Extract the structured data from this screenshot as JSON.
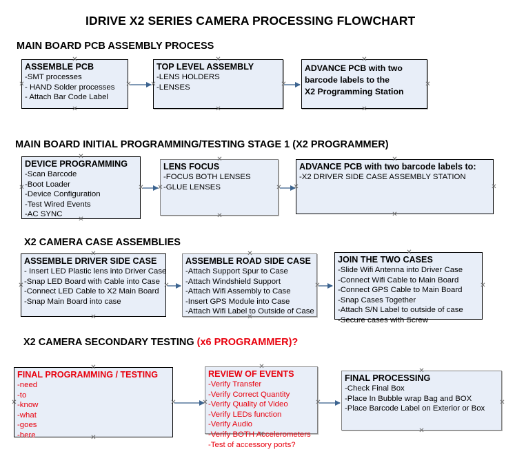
{
  "document": {
    "title": "IDRIVE X2  SERIES CAMERA PROCESSING FLOWCHART"
  },
  "colors": {
    "box_fill": "#e8eef8",
    "box_border": "#000000",
    "box_border_gray": "#808080",
    "accent_red": "#e8000d",
    "connector": "#8099b5",
    "arrow_head": "#3c6490",
    "text": "#000000"
  },
  "sections": [
    {
      "id": "main-board-pcb-assembly",
      "heading": "MAIN BOARD PCB ASSEMBLY PROCESS",
      "heading_accent": "",
      "boxes": [
        {
          "id": "assemble-pcb",
          "header": "ASSEMBLE PCB",
          "lines": [
            "-SMT processes",
            "- HAND Solder processes",
            "- Attach Bar Code Label"
          ]
        },
        {
          "id": "top-level-assembly",
          "header": "TOP LEVEL ASSEMBLY",
          "lines": [
            "-LENS HOLDERS",
            "-LENSES"
          ]
        },
        {
          "id": "advance-pcb-to-programming-station",
          "header": "ADVANCE PCB with two",
          "lines": [
            "barcode labels to the",
            " X2 Programming Station"
          ]
        }
      ]
    },
    {
      "id": "main-board-initial-programming",
      "heading": "MAIN BOARD INITIAL PROGRAMMING/TESTING STAGE 1 (X2 PROGRAMMER)",
      "heading_accent": "",
      "boxes": [
        {
          "id": "device-programming",
          "header": "DEVICE PROGRAMMING",
          "lines": [
            "-Scan Barcode",
            "-Boot Loader",
            "-Device Configuration",
            "-Test Wired Events",
            "-AC SYNC"
          ]
        },
        {
          "id": "lens-focus",
          "header": "LENS FOCUS",
          "lines": [
            "-FOCUS BOTH LENSES",
            "-GLUE LENSES"
          ]
        },
        {
          "id": "advance-pcb-to-driver-side-case",
          "header": "ADVANCE PCB with two barcode labels to:",
          "lines": [
            "-X2 DRIVER  SIDE  CASE  ASSEMBLY STATION"
          ]
        }
      ]
    },
    {
      "id": "x2-camera-case-assemblies",
      "heading": "X2 CAMERA CASE ASSEMBLIES",
      "heading_accent": "",
      "boxes": [
        {
          "id": "assemble-driver-side-case",
          "header": "ASSEMBLE DRIVER SIDE CASE",
          "lines": [
            "- Insert LED Plastic lens into Driver Case",
            "-Snap LED Board with Cable into Case",
            "-Connect LED Cable to X2 Main Board",
            "-Snap Main Board into case"
          ]
        },
        {
          "id": "assemble-road-side-case",
          "header": "ASSEMBLE ROAD SIDE CASE",
          "lines": [
            "-Attach Support Spur to Case",
            "-Attach Windshield Support",
            "-Attach Wifi Assembly to Case",
            "-Insert GPS Module into Case",
            "-Attach Wifi Label to Outside of Case"
          ]
        },
        {
          "id": "join-the-two-cases",
          "header": "JOIN THE TWO CASES",
          "lines": [
            "-Slide Wifi Antenna into Driver Case",
            "-Connect Wifi Cable to Main Board",
            "-Connect GPS Cable to Main Board",
            "-Snap Cases Together",
            "-Attach S/N Label to outside of case",
            "-Secure cases with Screw"
          ]
        }
      ]
    },
    {
      "id": "x2-camera-secondary-testing",
      "heading": "X2 CAMERA SECONDARY TESTING ",
      "heading_accent": "(x6 PROGRAMMER)?",
      "boxes": [
        {
          "id": "final-programming-testing",
          "header": "FINAL PROGRAMMING / TESTING",
          "lines": [
            "-need",
            "-to",
            "-know",
            "-what",
            "-goes",
            "-here"
          ]
        },
        {
          "id": "review-of-events",
          "header": "REVIEW OF EVENTS",
          "lines": [
            "-Verify Transfer",
            "-Verify Correct Quantity",
            "-Verify Quality of Video",
            "-Verify LEDs function",
            "-Verify Audio",
            "-Verify BOTH Accelerometers",
            "-Test of accessory ports?"
          ]
        },
        {
          "id": "final-processing",
          "header": "FINAL PROCESSING",
          "lines": [
            " -Check Final Box",
            "-Place In Bubble wrap Bag and BOX",
            "-Place Barcode Label on Exterior or Box"
          ]
        }
      ]
    }
  ]
}
